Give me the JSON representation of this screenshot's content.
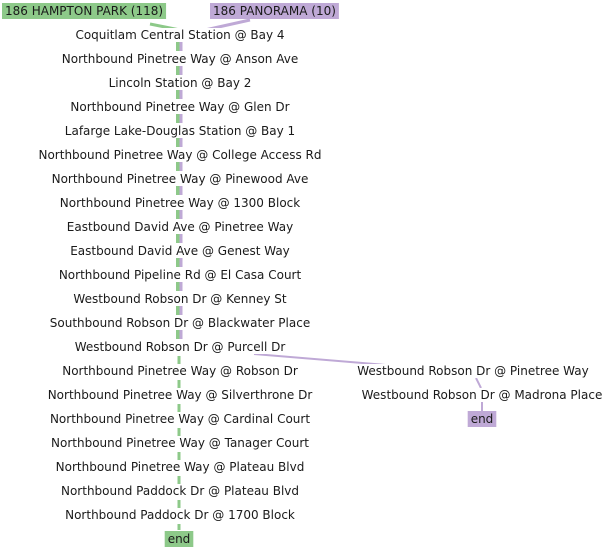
{
  "routes": [
    {
      "label": "186 HAMPTON PARK (118)",
      "color": "#8dc989"
    },
    {
      "label": "186 PANORAMA (10)",
      "color": "#bfa9d6"
    }
  ],
  "shared_stops": [
    "Coquitlam Central Station @ Bay 4",
    "Northbound Pinetree Way @ Anson Ave",
    "Lincoln Station @ Bay 2",
    "Northbound Pinetree Way @ Glen Dr",
    "Lafarge Lake-Douglas Station @ Bay 1",
    "Northbound Pinetree Way @ College Access Rd",
    "Northbound Pinetree Way @ Pinewood Ave",
    "Northbound Pinetree Way @ 1300 Block",
    "Eastbound David Ave @ Pinetree Way",
    "Eastbound David Ave @ Genest Way",
    "Northbound Pipeline Rd @ El Casa Court",
    "Westbound Robson Dr @ Kenney St",
    "Southbound Robson Dr @ Blackwater Place",
    "Westbound Robson Dr @ Purcell Dr"
  ],
  "hampton_stops": [
    "Northbound Pinetree Way @ Robson Dr",
    "Northbound Pinetree Way @ Silverthrone Dr",
    "Northbound Pinetree Way @ Cardinal Court",
    "Northbound Pinetree Way @ Tanager Court",
    "Northbound Pinetree Way @ Plateau Blvd",
    "Northbound Paddock Dr @ Plateau Blvd",
    "Northbound Paddock Dr @ 1700 Block"
  ],
  "panorama_stops": [
    "Westbound Robson Dr @ Pinetree Way",
    "Westbound Robson Dr @ Madrona Place"
  ],
  "end_label": "end"
}
